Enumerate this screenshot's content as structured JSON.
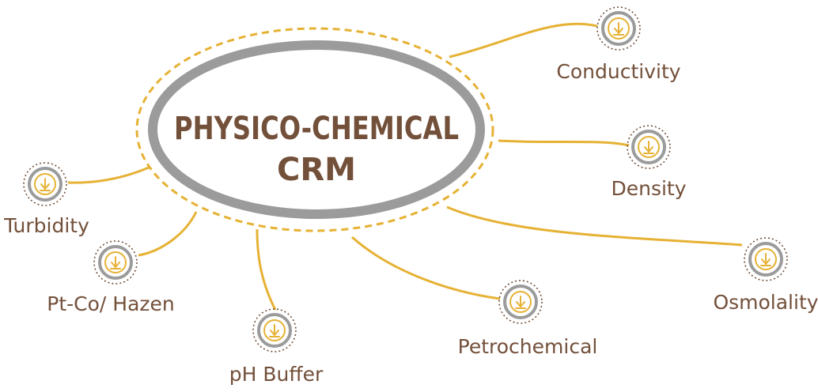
{
  "colors": {
    "title": "#73503a",
    "label": "#73503a",
    "line": "#e6b235",
    "ring": "#9b9b9b",
    "icon_stroke": "#e6b235"
  },
  "center": {
    "line1": "PHYSICO-CHEMICAL",
    "line2": "CRM"
  },
  "icon_name": "down-arrow-circle-icon",
  "nodes": {
    "conductivity": {
      "label": "Conductivity"
    },
    "density": {
      "label": "Density"
    },
    "osmolality": {
      "label": "Osmolality"
    },
    "petrochemical": {
      "label": "Petrochemical"
    },
    "ph_buffer": {
      "label": "pH Buffer"
    },
    "pt_co_hazen": {
      "label": "Pt-Co/ Hazen"
    },
    "turbidity": {
      "label": "Turbidity"
    }
  }
}
